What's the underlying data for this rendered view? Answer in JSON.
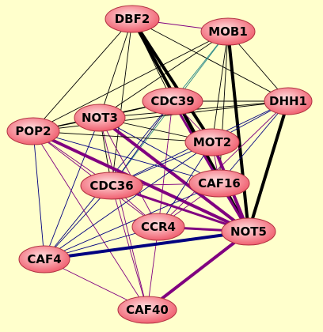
{
  "colors": {
    "background": "#ffffcc",
    "node_fill_center": "#ffe0e0",
    "node_fill_edge": "#f06070",
    "node_stroke": "#b03040",
    "edge_colors": {
      "thin": "#000000",
      "purple": "#800080",
      "blue": "#000080",
      "teal": "#2e8b8b"
    }
  },
  "nodes": [
    {
      "id": "DBF2",
      "label": "DBF2"
    },
    {
      "id": "MOB1",
      "label": "MOB1"
    },
    {
      "id": "CDC39",
      "label": "CDC39"
    },
    {
      "id": "DHH1",
      "label": "DHH1"
    },
    {
      "id": "NOT3",
      "label": "NOT3"
    },
    {
      "id": "POP2",
      "label": "POP2"
    },
    {
      "id": "MOT2",
      "label": "MOT2"
    },
    {
      "id": "CAF16",
      "label": "CAF16"
    },
    {
      "id": "CDC36",
      "label": "CDC36"
    },
    {
      "id": "CCR4",
      "label": "CCR4"
    },
    {
      "id": "NOT5",
      "label": "NOT5"
    },
    {
      "id": "CAF4",
      "label": "CAF4"
    },
    {
      "id": "CAF40",
      "label": "CAF40"
    }
  ],
  "edges": [
    {
      "source": "DBF2",
      "target": "MOB1",
      "color": "purple",
      "weight": 1
    },
    {
      "source": "DBF2",
      "target": "CDC39",
      "color": "black",
      "weight": 1
    },
    {
      "source": "DBF2",
      "target": "DHH1",
      "color": "black",
      "weight": 1
    },
    {
      "source": "DBF2",
      "target": "NOT3",
      "color": "black",
      "weight": 1
    },
    {
      "source": "DBF2",
      "target": "POP2",
      "color": "black",
      "weight": 1
    },
    {
      "source": "DBF2",
      "target": "MOT2",
      "color": "black",
      "weight": 4
    },
    {
      "source": "DBF2",
      "target": "CAF16",
      "color": "black",
      "weight": 1
    },
    {
      "source": "DBF2",
      "target": "CDC36",
      "color": "black",
      "weight": 1
    },
    {
      "source": "DBF2",
      "target": "NOT5",
      "color": "black",
      "weight": 4
    },
    {
      "source": "MOB1",
      "target": "DHH1",
      "color": "black",
      "weight": 1
    },
    {
      "source": "MOB1",
      "target": "CDC39",
      "color": "teal",
      "weight": 1
    },
    {
      "source": "MOB1",
      "target": "NOT3",
      "color": "black",
      "weight": 1
    },
    {
      "source": "MOB1",
      "target": "MOT2",
      "color": "black",
      "weight": 1
    },
    {
      "source": "MOB1",
      "target": "CAF16",
      "color": "black",
      "weight": 1
    },
    {
      "source": "MOB1",
      "target": "CDC36",
      "color": "teal",
      "weight": 1
    },
    {
      "source": "MOB1",
      "target": "NOT5",
      "color": "black",
      "weight": 4
    },
    {
      "source": "MOB1",
      "target": "POP2",
      "color": "black",
      "weight": 1
    },
    {
      "source": "CDC39",
      "target": "DHH1",
      "color": "black",
      "weight": 1
    },
    {
      "source": "CDC39",
      "target": "NOT3",
      "color": "black",
      "weight": 1
    },
    {
      "source": "CDC39",
      "target": "POP2",
      "color": "black",
      "weight": 1
    },
    {
      "source": "CDC39",
      "target": "MOT2",
      "color": "purple",
      "weight": 1
    },
    {
      "source": "CDC39",
      "target": "CAF16",
      "color": "purple",
      "weight": 1
    },
    {
      "source": "CDC39",
      "target": "CDC36",
      "color": "blue",
      "weight": 1
    },
    {
      "source": "CDC39",
      "target": "CCR4",
      "color": "purple",
      "weight": 1
    },
    {
      "source": "CDC39",
      "target": "NOT5",
      "color": "purple",
      "weight": 3
    },
    {
      "source": "CDC39",
      "target": "CAF4",
      "color": "blue",
      "weight": 1
    },
    {
      "source": "DHH1",
      "target": "NOT3",
      "color": "black",
      "weight": 1
    },
    {
      "source": "DHH1",
      "target": "POP2",
      "color": "black",
      "weight": 1
    },
    {
      "source": "DHH1",
      "target": "MOT2",
      "color": "blue",
      "weight": 1
    },
    {
      "source": "DHH1",
      "target": "CAF16",
      "color": "blue",
      "weight": 1
    },
    {
      "source": "DHH1",
      "target": "CDC36",
      "color": "blue",
      "weight": 1
    },
    {
      "source": "DHH1",
      "target": "CCR4",
      "color": "purple",
      "weight": 1
    },
    {
      "source": "DHH1",
      "target": "NOT5",
      "color": "black",
      "weight": 4
    },
    {
      "source": "NOT3",
      "target": "POP2",
      "color": "black",
      "weight": 1
    },
    {
      "source": "NOT3",
      "target": "MOT2",
      "color": "black",
      "weight": 1
    },
    {
      "source": "NOT3",
      "target": "CAF16",
      "color": "blue",
      "weight": 1
    },
    {
      "source": "NOT3",
      "target": "CDC36",
      "color": "black",
      "weight": 1
    },
    {
      "source": "NOT3",
      "target": "CCR4",
      "color": "purple",
      "weight": 1
    },
    {
      "source": "NOT3",
      "target": "NOT5",
      "color": "purple",
      "weight": 4
    },
    {
      "source": "NOT3",
      "target": "CAF4",
      "color": "blue",
      "weight": 1
    },
    {
      "source": "NOT3",
      "target": "CAF40",
      "color": "purple",
      "weight": 1
    },
    {
      "source": "POP2",
      "target": "MOT2",
      "color": "black",
      "weight": 1
    },
    {
      "source": "POP2",
      "target": "CAF16",
      "color": "blue",
      "weight": 1
    },
    {
      "source": "POP2",
      "target": "CDC36",
      "color": "purple",
      "weight": 1
    },
    {
      "source": "POP2",
      "target": "CCR4",
      "color": "purple",
      "weight": 1
    },
    {
      "source": "POP2",
      "target": "NOT5",
      "color": "purple",
      "weight": 4
    },
    {
      "source": "POP2",
      "target": "CAF4",
      "color": "blue",
      "weight": 1
    },
    {
      "source": "POP2",
      "target": "CAF40",
      "color": "purple",
      "weight": 1
    },
    {
      "source": "MOT2",
      "target": "CAF16",
      "color": "purple",
      "weight": 1
    },
    {
      "source": "MOT2",
      "target": "CDC36",
      "color": "blue",
      "weight": 1
    },
    {
      "source": "MOT2",
      "target": "CCR4",
      "color": "blue",
      "weight": 1
    },
    {
      "source": "MOT2",
      "target": "NOT5",
      "color": "purple",
      "weight": 4
    },
    {
      "source": "MOT2",
      "target": "CAF4",
      "color": "blue",
      "weight": 1
    },
    {
      "source": "CAF16",
      "target": "CDC36",
      "color": "purple",
      "weight": 1
    },
    {
      "source": "CAF16",
      "target": "CCR4",
      "color": "purple",
      "weight": 1
    },
    {
      "source": "CAF16",
      "target": "NOT5",
      "color": "purple",
      "weight": 2
    },
    {
      "source": "CAF16",
      "target": "CAF4",
      "color": "blue",
      "weight": 1
    },
    {
      "source": "CDC36",
      "target": "CCR4",
      "color": "purple",
      "weight": 1
    },
    {
      "source": "CDC36",
      "target": "NOT5",
      "color": "purple",
      "weight": 3
    },
    {
      "source": "CDC36",
      "target": "CAF4",
      "color": "blue",
      "weight": 1
    },
    {
      "source": "CDC36",
      "target": "CAF40",
      "color": "purple",
      "weight": 1
    },
    {
      "source": "CCR4",
      "target": "NOT5",
      "color": "purple",
      "weight": 3
    },
    {
      "source": "CCR4",
      "target": "CAF4",
      "color": "blue",
      "weight": 1
    },
    {
      "source": "CCR4",
      "target": "CAF40",
      "color": "purple",
      "weight": 1
    },
    {
      "source": "NOT5",
      "target": "CAF4",
      "color": "blue",
      "weight": 4
    },
    {
      "source": "NOT5",
      "target": "CAF40",
      "color": "purple",
      "weight": 4
    },
    {
      "source": "CAF4",
      "target": "CAF40",
      "color": "purple",
      "weight": 1
    }
  ]
}
